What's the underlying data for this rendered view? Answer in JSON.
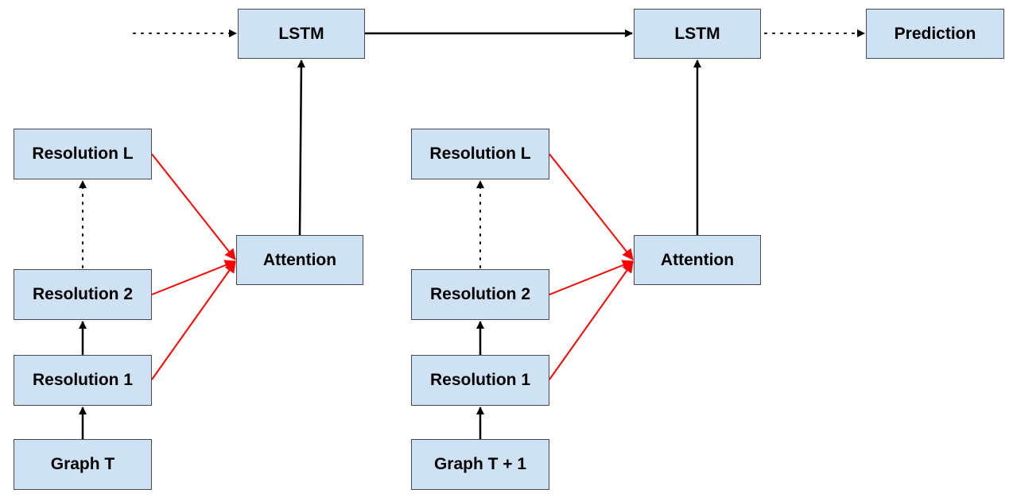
{
  "nodes": {
    "lstm_1": "LSTM",
    "lstm_2": "LSTM",
    "prediction": "Prediction",
    "attention_a": "Attention",
    "attention_b": "Attention",
    "resolution_l_a": "Resolution L",
    "resolution_2_a": "Resolution 2",
    "resolution_1_a": "Resolution 1",
    "graph_a": "Graph T",
    "resolution_l_b": "Resolution L",
    "resolution_2_b": "Resolution 2",
    "resolution_1_b": "Resolution 1",
    "graph_b": "Graph T + 1"
  },
  "edges": [
    {
      "from": "input",
      "to": "lstm_1",
      "style": "dotted"
    },
    {
      "from": "lstm_1",
      "to": "lstm_2",
      "style": "solid"
    },
    {
      "from": "lstm_2",
      "to": "prediction",
      "style": "dotted"
    },
    {
      "from": "attention_a",
      "to": "lstm_1",
      "style": "solid"
    },
    {
      "from": "attention_b",
      "to": "lstm_2",
      "style": "solid"
    },
    {
      "from": "graph_a",
      "to": "resolution_1_a",
      "style": "solid"
    },
    {
      "from": "resolution_1_a",
      "to": "resolution_2_a",
      "style": "solid"
    },
    {
      "from": "resolution_2_a",
      "to": "resolution_l_a",
      "style": "dotted"
    },
    {
      "from": "graph_b",
      "to": "resolution_1_b",
      "style": "solid"
    },
    {
      "from": "resolution_1_b",
      "to": "resolution_2_b",
      "style": "solid"
    },
    {
      "from": "resolution_2_b",
      "to": "resolution_l_b",
      "style": "dotted"
    },
    {
      "from": "resolution_l_a",
      "to": "attention_a",
      "style": "red"
    },
    {
      "from": "resolution_2_a",
      "to": "attention_a",
      "style": "red"
    },
    {
      "from": "resolution_1_a",
      "to": "attention_a",
      "style": "red"
    },
    {
      "from": "resolution_l_b",
      "to": "attention_b",
      "style": "red"
    },
    {
      "from": "resolution_2_b",
      "to": "attention_b",
      "style": "red"
    },
    {
      "from": "resolution_1_b",
      "to": "attention_b",
      "style": "red"
    }
  ],
  "colors": {
    "node_fill": "#cfe2f3",
    "node_border": "#4a4a4a",
    "edge": "#000000",
    "attention_edge": "#ff0000"
  }
}
